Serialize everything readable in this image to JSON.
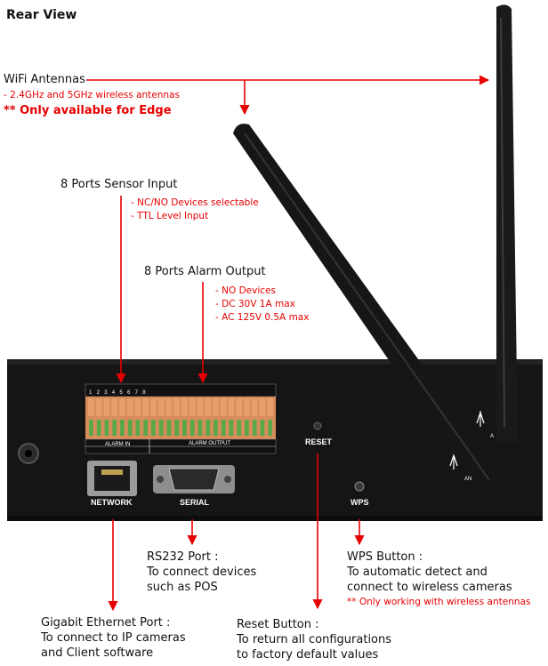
{
  "title": "Rear View",
  "wifi": {
    "heading": "WiFi Antennas",
    "note": "- 2.4GHz and 5GHz wireless antennas",
    "note_bold": "** Only available for Edge"
  },
  "sensor": {
    "heading": "8 Ports Sensor Input",
    "notes": [
      "- NC/NO Devices selectable",
      "- TTL Level Input"
    ]
  },
  "alarm": {
    "heading": "8 Ports Alarm Output",
    "notes": [
      "- NO Devices",
      "- DC 30V 1A max",
      "- AC 125V 0.5A max"
    ]
  },
  "rs232": {
    "heading": "RS232 Port :",
    "lines": [
      "To connect devices",
      "such as POS"
    ]
  },
  "wps": {
    "heading": "WPS Button :",
    "lines": [
      "To automatic detect and",
      "connect to wireless cameras"
    ],
    "note": "** Only working with wireless antennas"
  },
  "gigabit": {
    "heading": "Gigabit Ethernet Port :",
    "lines": [
      "To connect to IP cameras",
      "and Client software"
    ]
  },
  "reset": {
    "heading": "Reset Button :",
    "lines": [
      "To return all configurations",
      "to factory default values"
    ]
  },
  "panel": {
    "network": "NETWORK",
    "serial": "SERIAL",
    "reset": "RESET",
    "wps": "WPS",
    "alarm_in": "ALARM IN",
    "alarm_out": "ALARM OUTPUT",
    "port_numbers": [
      "1",
      "2",
      "3",
      "4",
      "5",
      "6",
      "7",
      "8"
    ],
    "ant_a": "A",
    "ant_b": "AN"
  },
  "colors": {
    "arrow": "#e60000",
    "panel": "#151515",
    "terminal": "#e7a06a"
  }
}
